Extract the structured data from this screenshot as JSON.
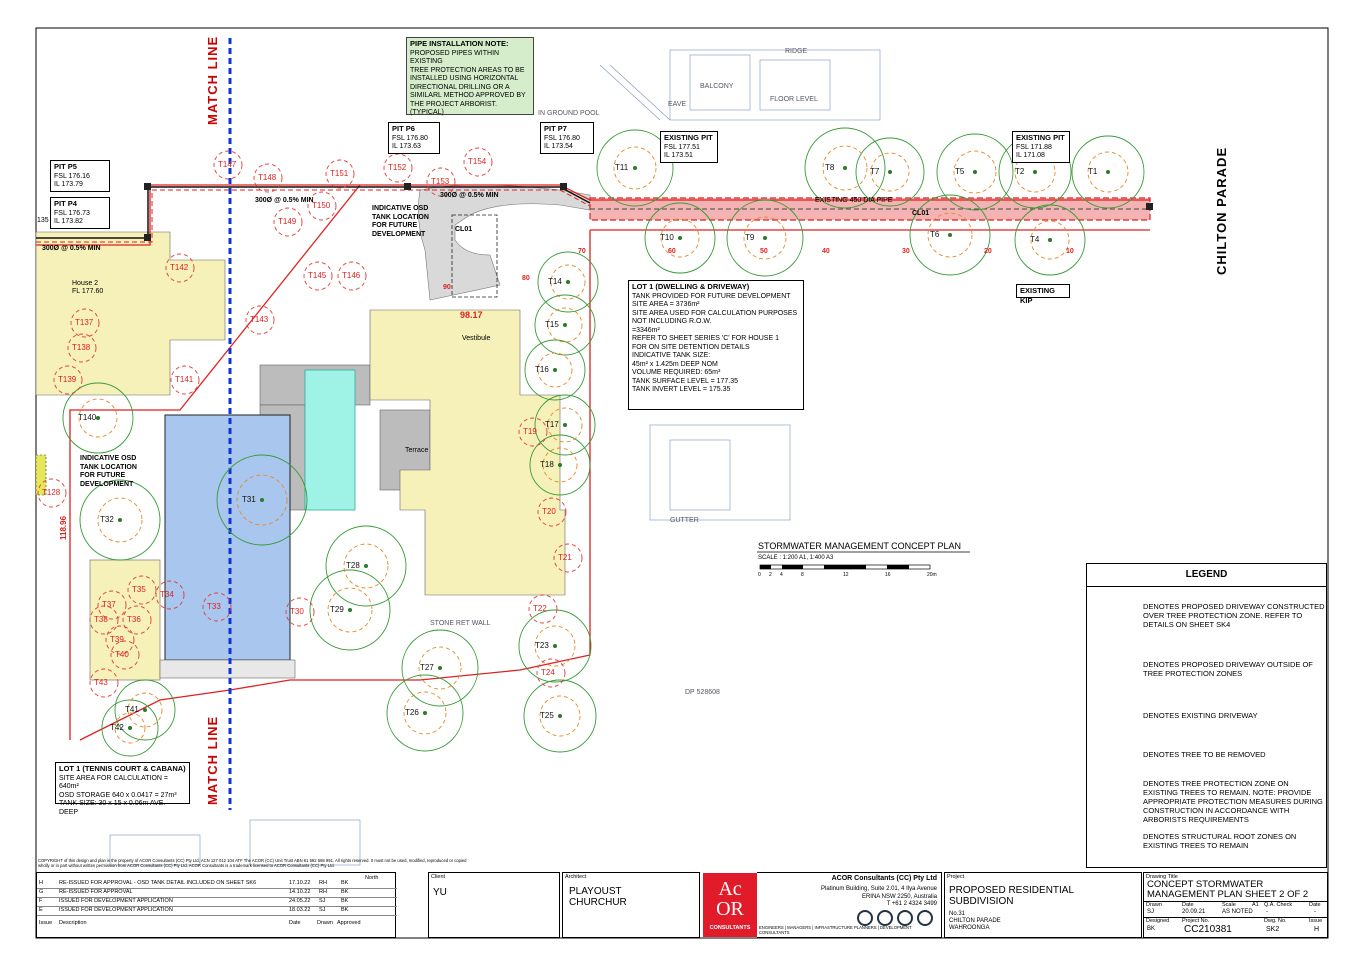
{
  "plan": {
    "match_line": "MATCH  LINE",
    "street": "CHILTON  PARADE",
    "pipe_note": {
      "title": "PIPE INSTALLATION NOTE:",
      "body": [
        "PROPOSED PIPES WITHIN EXISTING",
        "TREE PROTECTION AREAS TO BE",
        "INSTALLED USING HORIZONTAL",
        "DIRECTIONAL DRILLING OR A",
        "SIMILARL METHOD  APPROVED BY",
        "THE PROJECT ARBORIST.  (TYPICAL)"
      ]
    },
    "pits": [
      {
        "title": "PIT P5",
        "fsl": "FSL 176.16",
        "il": "IL 173.79"
      },
      {
        "title": "PIT P4",
        "fsl": "FSL 176.73",
        "il": "IL 173.82"
      },
      {
        "title": "PIT P6",
        "fsl": "FSL 176.80",
        "il": "IL 173.63"
      },
      {
        "title": "PIT P7",
        "fsl": "FSL 176.80",
        "il": "IL 173.54"
      },
      {
        "title": "EXISTING PIT",
        "fsl": "FSL 177.51",
        "il": "IL 173.51"
      },
      {
        "title": "EXISTING PIT",
        "fsl": "FSL 171.88",
        "il": "IL 171.08"
      }
    ],
    "existing_kip": "EXISTING KIP",
    "pipe_labels": {
      "p1": "300Ø @ 0.5% MIN",
      "p2": "300Ø @ 0.5% MIN",
      "p3": "300Ø @ 0.5% MIN",
      "existing_pipe": "EXISTING 450 DIA PIPE",
      "cl01": "CL01",
      "cl01b": "CL01",
      "ref135": "135"
    },
    "osd_note_top": [
      "INDICATIVE OSD",
      "TANK LOCATION",
      "FOR FUTURE",
      "DEVELOPMENT"
    ],
    "osd_note_left": [
      "INDICATIVE OSD",
      "TANK LOCATION",
      "FOR FUTURE",
      "DEVELOPMENT"
    ],
    "lot1": {
      "title": "LOT 1 (DWELLING & DRIVEWAY)",
      "lines": [
        "TANK PROVIDED FOR FUTURE DEVELOPMENT",
        "SITE AREA = 3736m²",
        "SITE AREA USED FOR CALCULATION PURPOSES",
        "NOT INCLUDING R.O.W.",
        "=3346m²",
        "REFER TO SHEET SERIES 'C' FOR HOUSE 1",
        "FOR ON SITE DETENTION DETAILS",
        "INDICATIVE TANK SIZE:",
        "45m² x 1.425m DEEP NOM",
        "VOLUME REQUIRED: 65m³",
        "TANK SURFACE LEVEL = 177.35",
        "TANK INVERT LEVEL = 175.35"
      ]
    },
    "lot1_tennis": {
      "title": "LOT 1 (TENNIS COURT & CABANA)",
      "lines": [
        "SITE AREA FOR CALCULATION = 640m²",
        "OSD STORAGE 640 x 0.0417 = 27m³",
        "TANK SIZE: 30 x 15 x 0.06m AVE. DEEP"
      ]
    },
    "level_9817": "98.17",
    "dim_11896": "118.96",
    "vestibule": "Vestibule",
    "terrace": "Terrace",
    "house2": "House 2",
    "house2_fl": "FL 177.60",
    "dp": "DP 528608",
    "stone_wall": "STONE RET WALL",
    "in_ground_pool": "IN GROUND POOL",
    "floor_level": "FLOOR LEVEL",
    "balcony": "BALCONY",
    "ridge": "RIDGE",
    "eave": "EAVE",
    "gutter": "GUTTER",
    "contours": [
      "70",
      "60",
      "50",
      "40",
      "30",
      "20",
      "10",
      "90",
      "80"
    ],
    "trees_removed": [
      "T147",
      "T148",
      "T149",
      "T150",
      "T146",
      "T145",
      "T142",
      "T143",
      "T137",
      "T138",
      "T139",
      "T141",
      "T128",
      "T19",
      "T20",
      "T21",
      "T22",
      "T24",
      "T30",
      "T33",
      "T34",
      "T35",
      "T36",
      "T37",
      "T38",
      "T39",
      "T40",
      "T43",
      "T151",
      "T152",
      "T153",
      "T154"
    ],
    "trees_retained": [
      "T11",
      "T10",
      "T9",
      "T8",
      "T7",
      "T6",
      "T5",
      "T4",
      "T2",
      "T1",
      "T14",
      "T15",
      "T16",
      "T17",
      "T18",
      "T140",
      "T32",
      "T31",
      "T28",
      "T29",
      "T27",
      "T26",
      "T23",
      "T25",
      "T41",
      "T42"
    ]
  },
  "scale": {
    "title": "STORMWATER MANAGEMENT CONCEPT PLAN",
    "sub": "SCALE : 1:200 A1, 1:400 A3",
    "ticks": [
      "0",
      "2",
      "4",
      "8",
      "12",
      "16",
      "20m"
    ]
  },
  "legend": {
    "title": "LEGEND",
    "items": [
      {
        "text": "DENOTES PROPOSED DRIVEWAY CONSTRUCTED OVER TREE PROTECTION ZONE. REFER TO DETAILS ON SHEET SK4",
        "color": "#f4a7a7"
      },
      {
        "text": "DENOTES PROPOSED  DRIVEWAY OUTSIDE OF TREE PROTECTION ZONES",
        "color": "#d9d9d9"
      },
      {
        "text": "DENOTES EXISTING  DRIVEWAY",
        "color": "#c8b49e"
      },
      {
        "text": "DENOTES TREE TO BE REMOVED",
        "color": "#e03c3c"
      },
      {
        "text": "DENOTES TREE PROTECTION ZONE ON EXISTING TREES TO REMAIN. NOTE: PROVIDE APPROPRIATE PROTECTION MEASURES DURING CONSTRUCTION IN ACCORDANCE WITH ARBORISTS REQUIREMENTS",
        "color": "#3a9a3a"
      },
      {
        "text": "DENOTES STRUCTURAL ROOT ZONES ON EXISTING TREES TO REMAIN",
        "color": "#e6892a"
      }
    ]
  },
  "copyright": "COPYRIGHT of this design and plan is the property of ACOR Consultants (CC) Pty Ltd, ACN 127 012 104 ATF The ACOR (CC) Unit Trust ABN 61 592 568 991. All rights reserved. It must not be used, modified, reproduced or copied wholly or in part without written permission from ACOR Consultants (CC) Pty Ltd. ACOR Consultants is a trademark licensed to ACOR Consultants (CC) Pty Ltd.",
  "title_block": {
    "revisions": [
      {
        "rev": "H",
        "desc": "RE-ISSUED FOR APPROVAL - OSD TANK DETAIL INCLUDED ON SHEET SK6",
        "date": "17.10.22",
        "drawn": "RH",
        "approved": "BK"
      },
      {
        "rev": "G",
        "desc": "RE-ISSUED FOR APPROVAL",
        "date": "14.10.22",
        "drawn": "RH",
        "approved": "BK"
      },
      {
        "rev": "F",
        "desc": "ISSUED FOR DEVELOPMENT APPLICATION",
        "date": "24.05.22",
        "drawn": "SJ",
        "approved": "BK"
      },
      {
        "rev": "E",
        "desc": "ISSUED FOR DEVELOPMENT APPLICATION",
        "date": "18.03.22",
        "drawn": "SJ",
        "approved": "BK"
      }
    ],
    "rev_headers": {
      "issue": "Issue",
      "description": "Description",
      "date": "Date",
      "drawn": "Drawn",
      "approved": "Approved"
    },
    "north": "North",
    "client_label": "Client",
    "client": "YU",
    "architect_label": "Architect",
    "architect": [
      "PLAYOUST",
      "CHURCHUR"
    ],
    "company": "ACOR Consultants (CC) Pty Ltd",
    "address": [
      "Platinum Building, Suite 2.01, 4 Ilya Avenue",
      "ERINA NSW 2250, Australia",
      "T +61 2 4324 3499"
    ],
    "logo_top": "Ac",
    "logo_bottom": "OR",
    "logo_word": "CONSULTANTS",
    "disciplines": "ENGINEERS | MANAGERS | INFRASTRUCTURE PLANNERS | DEVELOPMENT CONSULTANTS",
    "project_label": "Project",
    "project": [
      "PROPOSED RESIDENTIAL",
      "SUBDIVISION"
    ],
    "project_address": [
      "No.31",
      "CHILTON PARADE",
      "WAHROONGA"
    ],
    "drawing_title_label": "Drawing Title",
    "drawing_title": [
      "CONCEPT STORMWATER",
      "MANAGEMENT PLAN SHEET 2 OF 2"
    ],
    "drawn_label": "Drawn",
    "drawn": "SJ",
    "date_label": "Date",
    "date": "20.09.21",
    "scale_label": "Scale",
    "scale": "AS NOTED",
    "a1_label": "A1",
    "qa_label": "Q.A. Check",
    "qa": "-",
    "date2_label": "Date",
    "date2": "-",
    "designed_label": "Designed",
    "designed": "BK",
    "project_no_label": "Project No.",
    "project_no": "CC210381",
    "dwg_no_label": "Dwg. No.",
    "dwg_no": "SK2",
    "issue_label": "Issue",
    "issue": "H"
  }
}
